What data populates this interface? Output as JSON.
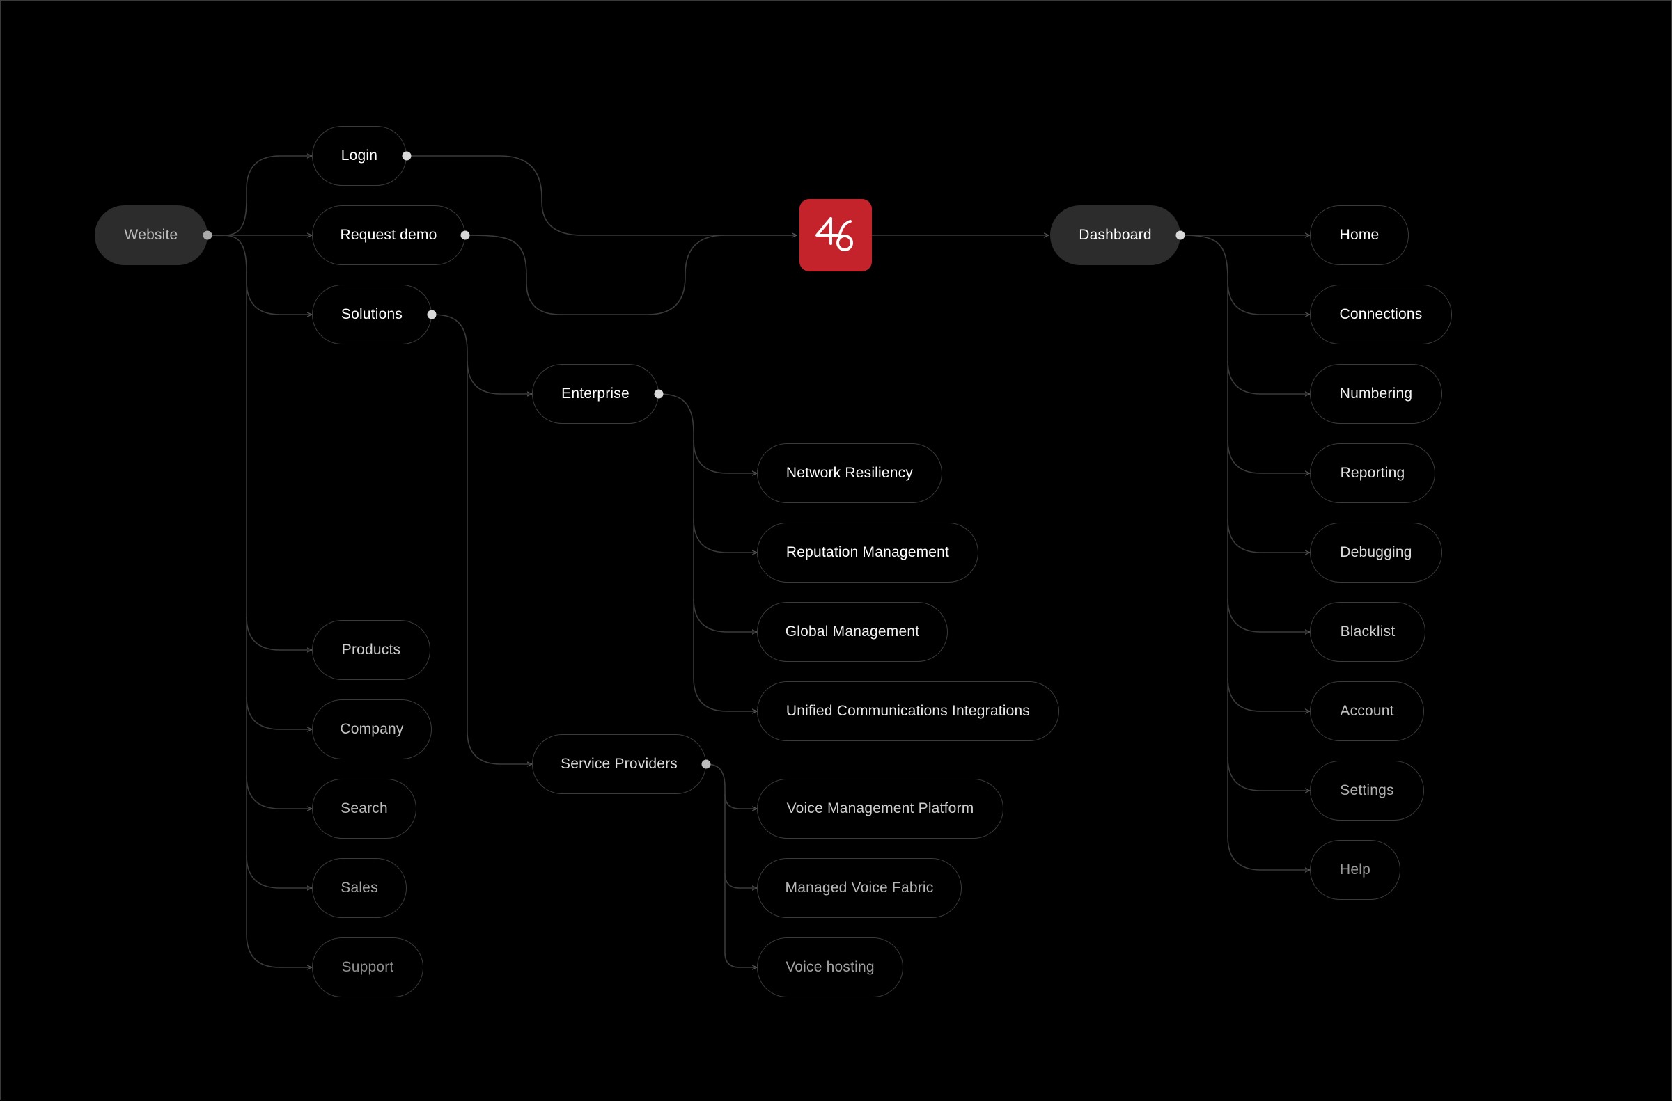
{
  "logo": {
    "name": "46-logo-icon"
  },
  "colors": {
    "background": "#000000",
    "node_border": "#3b3b3b",
    "filled_node": "#2c2c2c",
    "line": "#3a3a3a",
    "logo": "#c4232b",
    "text_primary": "#ffffff",
    "text_secondary": "#cfcfcf",
    "text_tertiary": "#9d9d9d"
  },
  "website": {
    "label": "Website",
    "items": {
      "login": "Login",
      "request_demo": "Request demo",
      "solutions": "Solutions",
      "products": "Products",
      "company": "Company",
      "search": "Search",
      "sales": "Sales",
      "support": "Support"
    }
  },
  "solutions": {
    "enterprise": {
      "label": "Enterprise",
      "items": {
        "network_resiliency": "Network Resiliency",
        "reputation_management": "Reputation Management",
        "global_management": "Global Management",
        "unified_communications": "Unified Communications Integrations"
      }
    },
    "service_providers": {
      "label": "Service Providers",
      "items": {
        "voice_management": "Voice Management Platform",
        "managed_voice": "Managed Voice Fabric",
        "voice_hosting": "Voice hosting"
      }
    }
  },
  "dashboard": {
    "label": "Dashboard",
    "items": {
      "home": "Home",
      "connections": "Connections",
      "numbering": "Numbering",
      "reporting": "Reporting",
      "debugging": "Debugging",
      "blacklist": "Blacklist",
      "account": "Account",
      "settings": "Settings",
      "help": "Help"
    }
  }
}
